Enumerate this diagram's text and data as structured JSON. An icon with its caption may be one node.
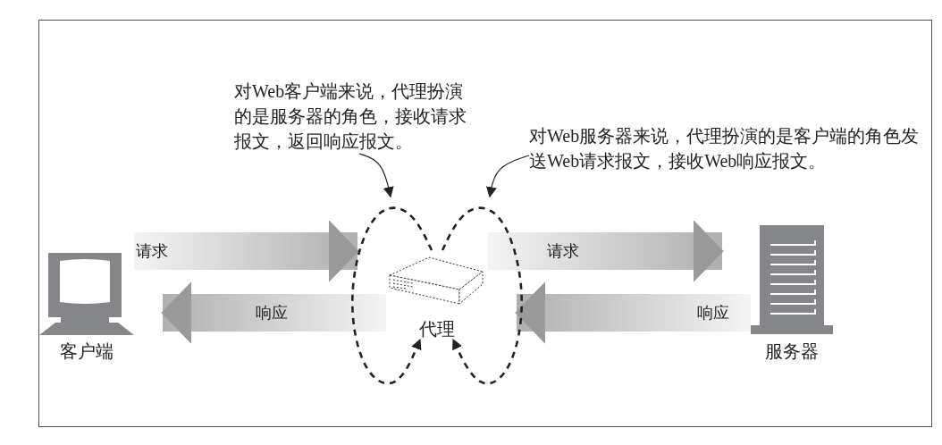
{
  "diagram": {
    "nodes": [
      {
        "text": [
          "客户端"
        ]
      },
      {
        "text": [
          "代理"
        ]
      },
      {
        "text": [
          "服务器"
        ]
      },
      {
        "text": [
          "对Web客户端来说，代理扮演的是服务器的角色，接收请求报文，返回响应报文。"
        ]
      },
      {
        "text": [
          "对Web服务器来说，代理扮演的是客户端的角色发送Web请求报文，接收Web响应报文。"
        ]
      }
    ],
    "edges": [
      {
        "from": 0,
        "to": 1,
        "arrow": "to",
        "label": "请求",
        "style": "thick"
      },
      {
        "from": 1,
        "to": 0,
        "arrow": "to",
        "label": "响应",
        "style": "thick"
      },
      {
        "from": 1,
        "to": 2,
        "arrow": "to",
        "label": "请求",
        "style": "thick"
      },
      {
        "from": 2,
        "to": 1,
        "arrow": "to",
        "label": "响应",
        "style": "thick"
      },
      {
        "from": 1,
        "to": 1,
        "arrow": "to",
        "style": "dashed"
      },
      {
        "from": 1,
        "to": 1,
        "arrow": "to",
        "style": "dashed"
      },
      {
        "from": 3,
        "to": null,
        "arrow": "to"
      },
      {
        "from": 4,
        "to": null,
        "arrow": "to"
      }
    ]
  }
}
